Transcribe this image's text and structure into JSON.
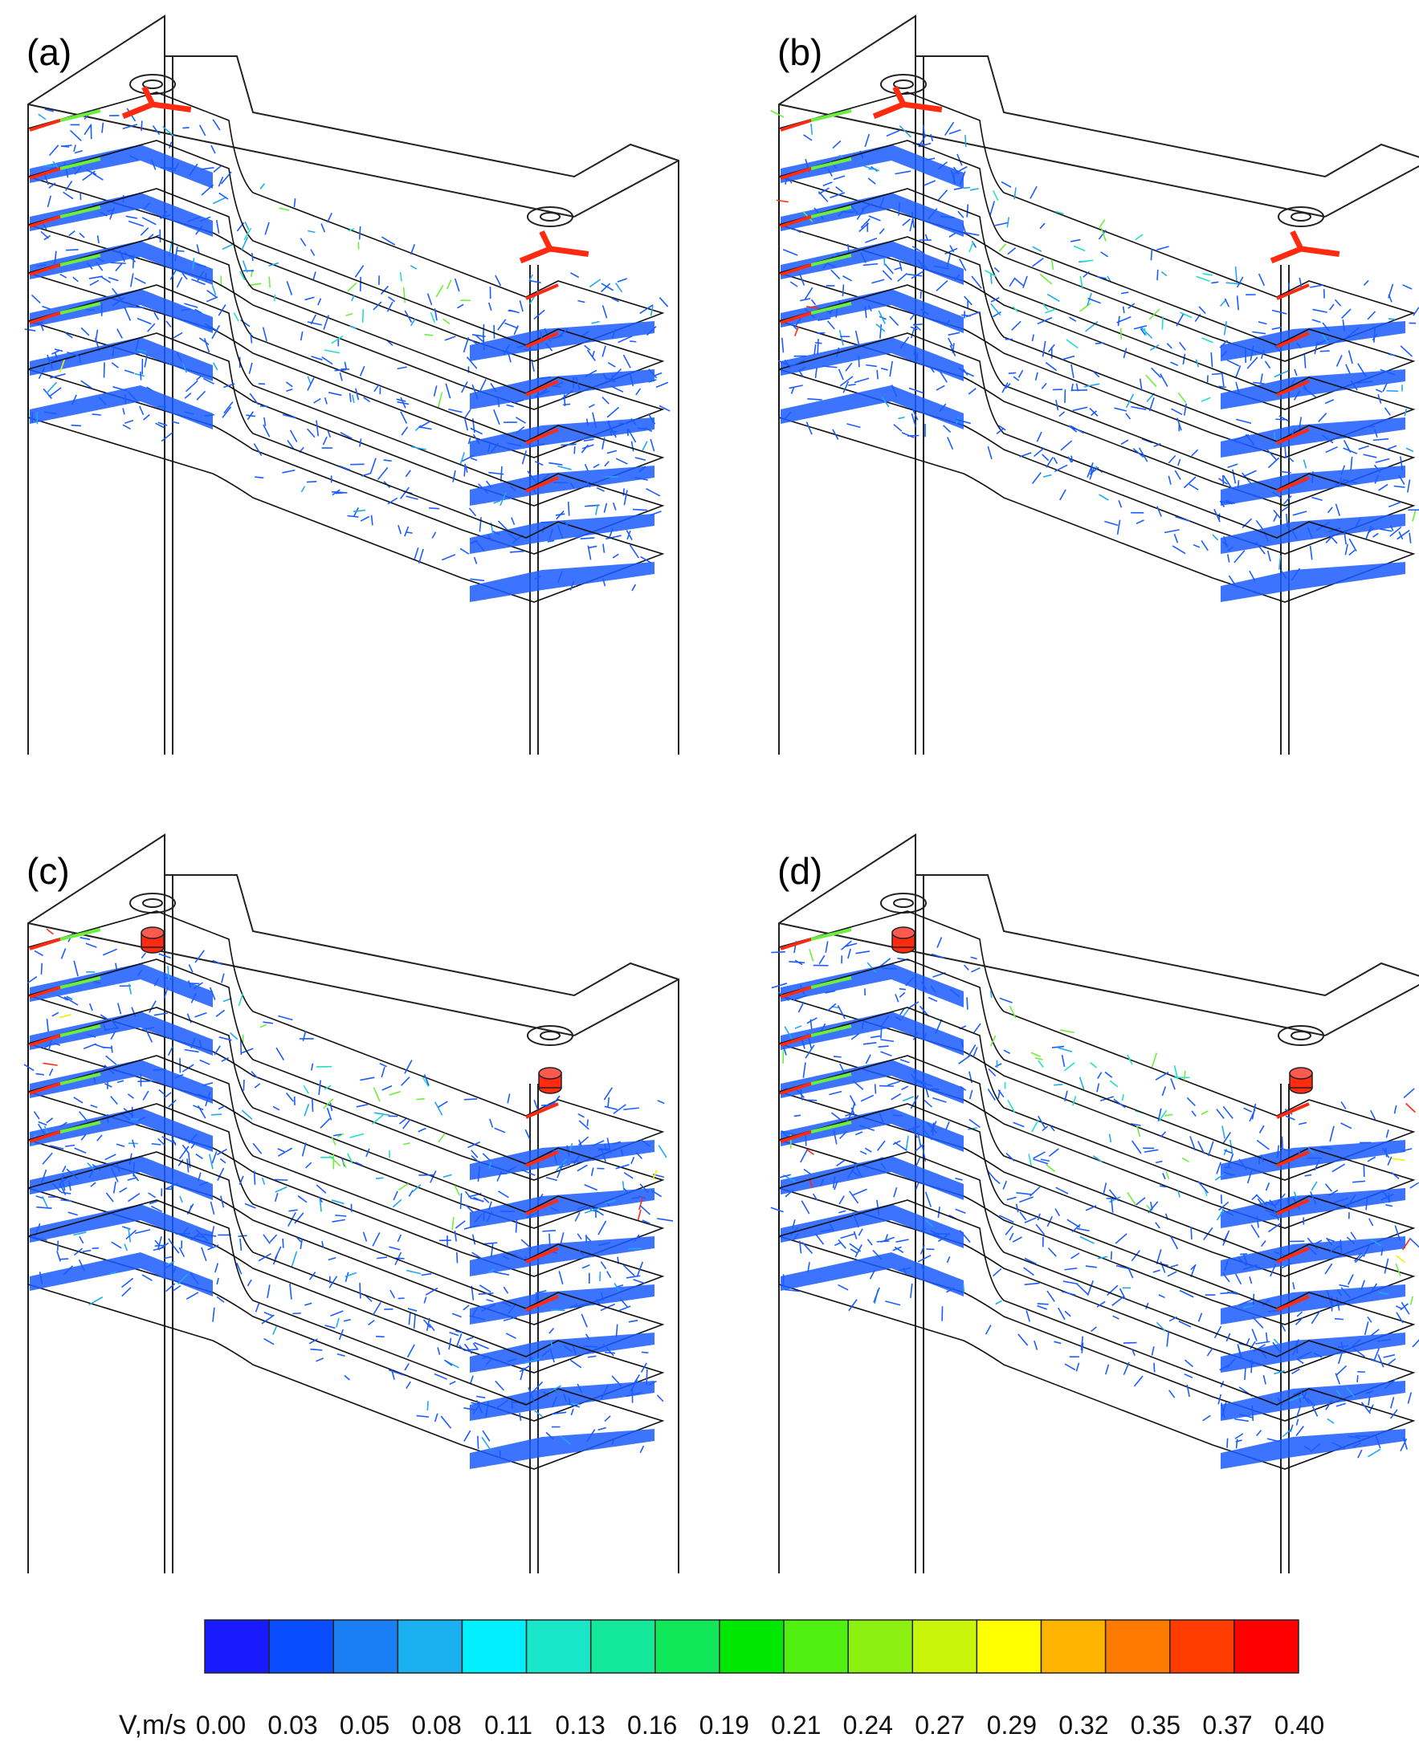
{
  "panels": [
    {
      "id": "a",
      "label": "(a)",
      "inner_nozzles": false
    },
    {
      "id": "b",
      "label": "(b)",
      "inner_nozzles": false
    },
    {
      "id": "c",
      "label": "(c)",
      "inner_nozzles": true
    },
    {
      "id": "d",
      "label": "(d)",
      "inner_nozzles": true
    }
  ],
  "colorbar": {
    "title": "V,m/s",
    "ticks": [
      "0.00",
      "0.03",
      "0.05",
      "0.08",
      "0.11",
      "0.13",
      "0.16",
      "0.19",
      "0.21",
      "0.24",
      "0.27",
      "0.29",
      "0.32",
      "0.35",
      "0.37",
      "0.40"
    ],
    "colors": [
      "#1a1aff",
      "#0a4cff",
      "#1a7ef5",
      "#1ab0f0",
      "#00f0ff",
      "#19e8c8",
      "#14e89a",
      "#10e85a",
      "#00e800",
      "#50f010",
      "#8cf010",
      "#c8f50a",
      "#ffff00",
      "#ffb400",
      "#ff7a00",
      "#ff3c00",
      "#ff0000"
    ]
  },
  "arrow_colors": {
    "low": "#1a5cff",
    "mid_low": "#22a8f0",
    "mid": "#22e0c8",
    "mid_high": "#6cef3c",
    "high_yellow": "#f0f000",
    "high": "#ff2a10"
  }
}
